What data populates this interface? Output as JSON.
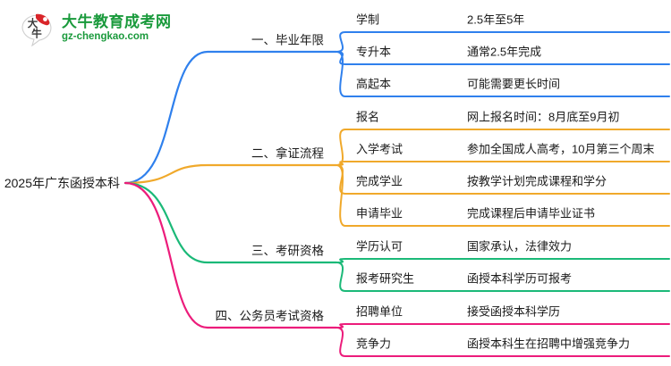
{
  "logo": {
    "name": "大牛教育成考网",
    "domain": "gz-chengkao.com",
    "mark_text": "大牛",
    "brand_color": "#1a9a3c",
    "mark_color": "#d9252a"
  },
  "mindmap": {
    "root": "2025年广东函授本科",
    "branches": [
      {
        "label": "一、毕业年限",
        "color": "#2f80ed",
        "children": [
          {
            "label": "学制",
            "value": "2.5年至5年"
          },
          {
            "label": "专升本",
            "value": "通常2.5年完成"
          },
          {
            "label": "高起本",
            "value": "可能需要更长时间"
          }
        ]
      },
      {
        "label": "二、拿证流程",
        "color": "#f0a92b",
        "children": [
          {
            "label": "报名",
            "value": "网上报名时间：8月底至9月初"
          },
          {
            "label": "入学考试",
            "value": "参加全国成人高考，10月第三个周末"
          },
          {
            "label": "完成学业",
            "value": "按教学计划完成课程和学分"
          },
          {
            "label": "申请毕业",
            "value": "完成课程后申请毕业证书"
          }
        ]
      },
      {
        "label": "三、考研资格",
        "color": "#1bb978",
        "children": [
          {
            "label": "学历认可",
            "value": "国家承认，法律效力"
          },
          {
            "label": "报考研究生",
            "value": "函授本科学历可报考"
          }
        ]
      },
      {
        "label": "四、公务员考试资格",
        "color": "#ec1c7b",
        "children": [
          {
            "label": "招聘单位",
            "value": "接受函授本科学历"
          },
          {
            "label": "竞争力",
            "value": "函授本科生在招聘中增强竞争力"
          }
        ]
      }
    ]
  }
}
